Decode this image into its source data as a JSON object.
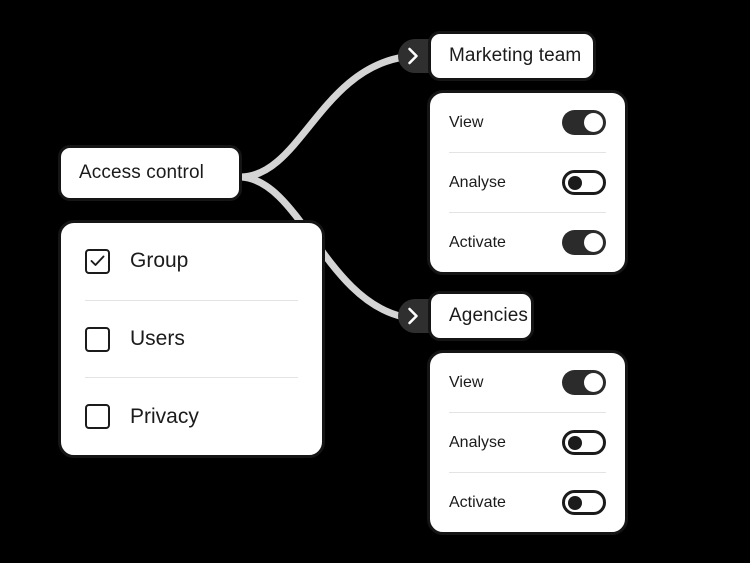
{
  "canvas": {
    "background_color": "#000000",
    "accent_color": "#1b1b1b",
    "connector_color": "#d4d4d4"
  },
  "root_node": {
    "label": "Access control"
  },
  "options_card": {
    "items": [
      {
        "label": "Group",
        "checked": true,
        "icon": "checkbox-checked-icon"
      },
      {
        "label": "Users",
        "checked": false,
        "icon": "checkbox-unchecked-icon"
      },
      {
        "label": "Privacy",
        "checked": false,
        "icon": "checkbox-unchecked-icon"
      }
    ]
  },
  "branches": [
    {
      "id": "marketing",
      "label": "Marketing team",
      "expand_icon": "chevron-right-icon",
      "permissions": [
        {
          "label": "View",
          "enabled": true
        },
        {
          "label": "Analyse",
          "enabled": false
        },
        {
          "label": "Activate",
          "enabled": true
        }
      ]
    },
    {
      "id": "agencies",
      "label": "Agencies",
      "expand_icon": "chevron-right-icon",
      "permissions": [
        {
          "label": "View",
          "enabled": true
        },
        {
          "label": "Analyse",
          "enabled": false
        },
        {
          "label": "Activate",
          "enabled": false
        }
      ]
    }
  ]
}
